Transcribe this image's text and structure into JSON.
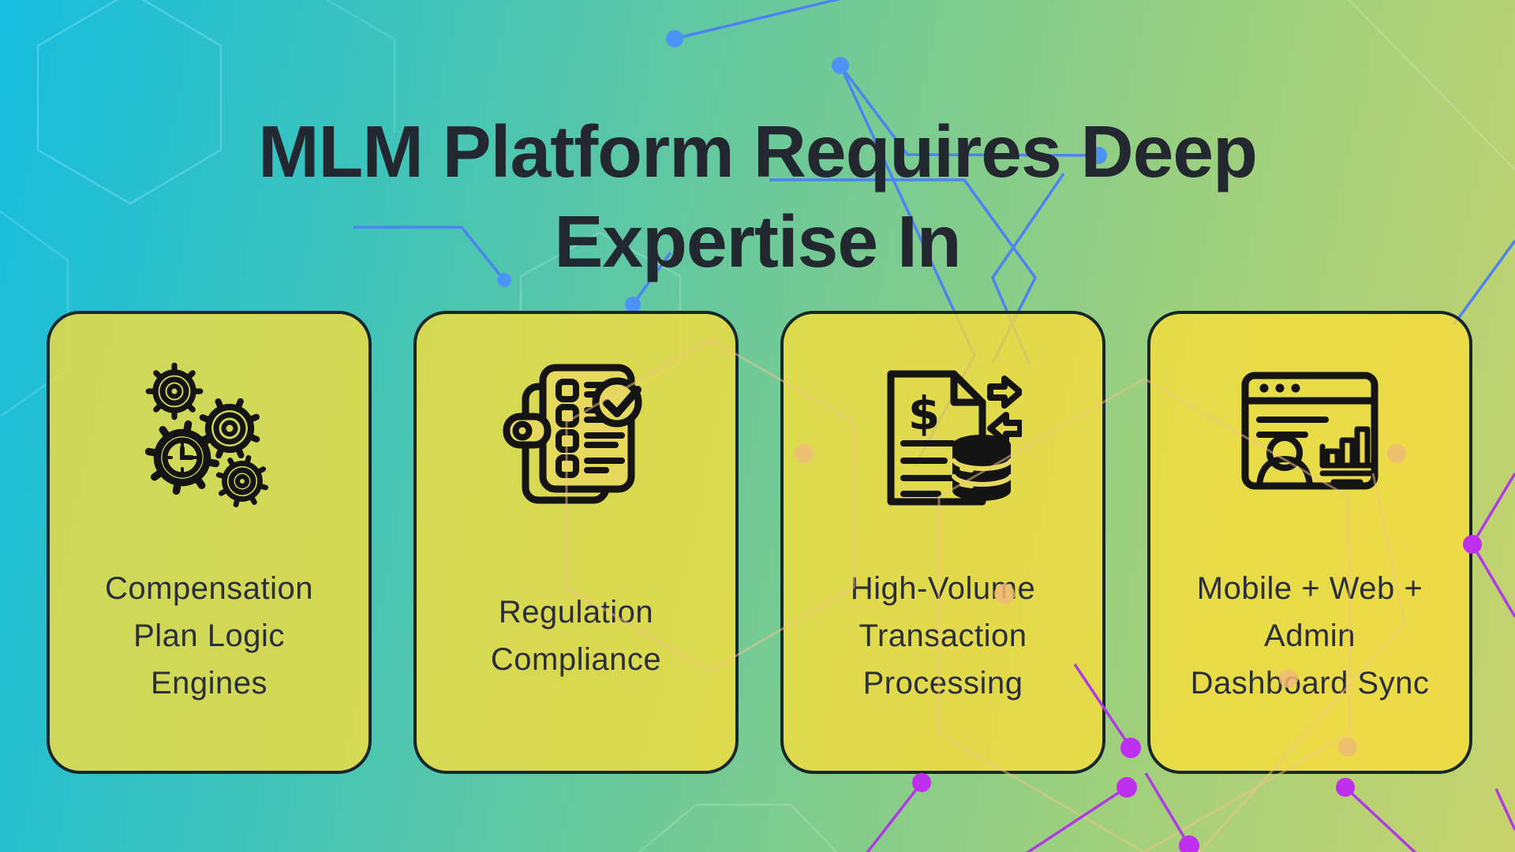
{
  "header": {
    "title_line1": "MLM Platform Requires Deep",
    "title_line2": "Expertise In"
  },
  "cards": [
    {
      "icon": "gears-icon",
      "label_lines": [
        "Compensation",
        "Plan Logic",
        "Engines"
      ]
    },
    {
      "icon": "checklist-icon",
      "label_lines": [
        "Regulation",
        "Compliance"
      ]
    },
    {
      "icon": "transaction-database-icon",
      "label_lines": [
        "High-Volume",
        "Transaction",
        "Processing"
      ]
    },
    {
      "icon": "dashboard-sync-icon",
      "label_lines": [
        "Mobile + Web +",
        "Admin",
        "Dashboard Sync"
      ]
    }
  ],
  "colors": {
    "background_gradient": [
      "#15bdde",
      "#3ec4bb",
      "#71ca96",
      "#9dd07e",
      "#c8d26d"
    ],
    "card_fill": "#e8d95c",
    "card_border": "#15272b",
    "title_text": "#23272f",
    "label_text": "#2a2e39",
    "icon_stroke": "#141414",
    "circuit_blue": "#4c82f2",
    "circuit_blue_dot": "#4b93f5",
    "circuit_purple": "#ae3be4",
    "circuit_purple_dot": "#bf2ff0",
    "circuit_peach": "#f3c48a",
    "circuit_orange_dot": "#f0ba78"
  }
}
